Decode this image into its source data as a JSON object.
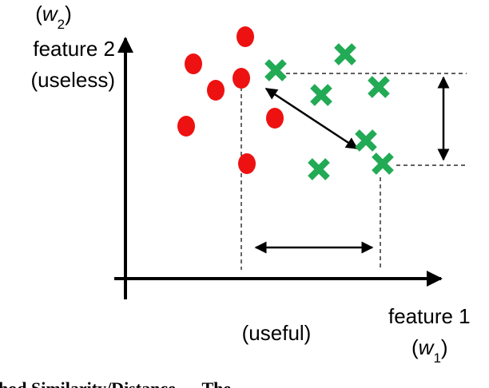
{
  "y_axis": {
    "weight_symbol": "w",
    "weight_subscript": "2",
    "title": "feature 2",
    "note": "(useless)"
  },
  "x_axis": {
    "title": "feature 1",
    "weight_symbol": "w",
    "weight_subscript": "1",
    "note": "(useful)"
  },
  "classes": [
    {
      "marker": "circle",
      "color": "#ee1111"
    },
    {
      "marker": "cross",
      "color": "#22aa55"
    }
  ],
  "bottom_cut_text": "hod Similarity/Distance … The"
}
